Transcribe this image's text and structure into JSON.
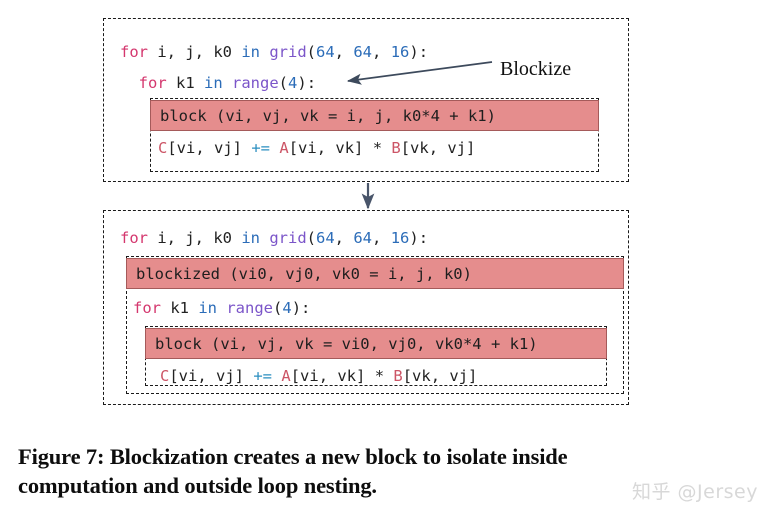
{
  "figure": {
    "caption_line1": "Figure 7: Blockization creates a new block to isolate inside",
    "caption_line2": "computation and outside loop nesting.",
    "annotation_label": "Blockize",
    "watermark": "知乎 @Jersey"
  },
  "colors": {
    "highlight_fill": "#e58d8d",
    "highlight_border": "#a55a5a",
    "box_border": "#1a1a1a",
    "arrow": "#3d4a5c",
    "keyword": "#d4376e",
    "operator_in": "#2b6cb8",
    "function": "#7b55c9",
    "number": "#2b6cb8",
    "tensor": "#cc5566",
    "page_background": "#ffffff"
  },
  "top_panel": {
    "lines": [
      {
        "id": "top-line-for-grid",
        "tokens": [
          {
            "t": "for ",
            "c": "kw"
          },
          {
            "t": "i, j, k0 ",
            "c": "plain"
          },
          {
            "t": "in ",
            "c": "kw2"
          },
          {
            "t": "grid",
            "c": "fn"
          },
          {
            "t": "(",
            "c": "plain"
          },
          {
            "t": "64",
            "c": "num"
          },
          {
            "t": ", ",
            "c": "plain"
          },
          {
            "t": "64",
            "c": "num"
          },
          {
            "t": ", ",
            "c": "plain"
          },
          {
            "t": "16",
            "c": "num"
          },
          {
            "t": "):",
            "c": "plain"
          }
        ]
      },
      {
        "id": "top-line-for-range",
        "tokens": [
          {
            "t": "  for ",
            "c": "kw"
          },
          {
            "t": "k1 ",
            "c": "plain"
          },
          {
            "t": "in ",
            "c": "kw2"
          },
          {
            "t": "range",
            "c": "fn"
          },
          {
            "t": "(",
            "c": "plain"
          },
          {
            "t": "4",
            "c": "num"
          },
          {
            "t": "):",
            "c": "plain"
          }
        ]
      }
    ],
    "block_row_text": "block (vi, vj, vk = i, j, k0*4 + k1)",
    "body_line": {
      "id": "top-line-body",
      "tokens": [
        {
          "t": "C",
          "c": "var"
        },
        {
          "t": "[vi, vj] ",
          "c": "plain"
        },
        {
          "t": "+=",
          "c": "op"
        },
        {
          "t": " ",
          "c": "plain"
        },
        {
          "t": "A",
          "c": "var"
        },
        {
          "t": "[vi, vk] * ",
          "c": "plain"
        },
        {
          "t": "B",
          "c": "var"
        },
        {
          "t": "[vk, vj]",
          "c": "plain"
        }
      ]
    }
  },
  "bottom_panel": {
    "header_line": {
      "id": "bot-line-for-grid",
      "tokens": [
        {
          "t": "for ",
          "c": "kw"
        },
        {
          "t": "i, j, k0 ",
          "c": "plain"
        },
        {
          "t": "in ",
          "c": "kw2"
        },
        {
          "t": "grid",
          "c": "fn"
        },
        {
          "t": "(",
          "c": "plain"
        },
        {
          "t": "64",
          "c": "num"
        },
        {
          "t": ", ",
          "c": "plain"
        },
        {
          "t": "64",
          "c": "num"
        },
        {
          "t": ", ",
          "c": "plain"
        },
        {
          "t": "16",
          "c": "num"
        },
        {
          "t": "):",
          "c": "plain"
        }
      ]
    },
    "blockized_row_text": "blockized (vi0, vj0, vk0 = i, j, k0)",
    "mid_line": {
      "id": "bot-line-for-range",
      "tokens": [
        {
          "t": "for ",
          "c": "kw"
        },
        {
          "t": "k1 ",
          "c": "plain"
        },
        {
          "t": "in ",
          "c": "kw2"
        },
        {
          "t": "range",
          "c": "fn"
        },
        {
          "t": "(",
          "c": "plain"
        },
        {
          "t": "4",
          "c": "num"
        },
        {
          "t": "):",
          "c": "plain"
        }
      ]
    },
    "block_row_text": "block (vi, vj, vk = vi0, vj0, vk0*4 + k1)",
    "body_line": {
      "id": "bot-line-body",
      "tokens": [
        {
          "t": "C",
          "c": "var"
        },
        {
          "t": "[vi, vj] ",
          "c": "plain"
        },
        {
          "t": "+=",
          "c": "op"
        },
        {
          "t": " ",
          "c": "plain"
        },
        {
          "t": "A",
          "c": "var"
        },
        {
          "t": "[vi, vk] * ",
          "c": "plain"
        },
        {
          "t": "B",
          "c": "var"
        },
        {
          "t": "[vk, vj]",
          "c": "plain"
        }
      ]
    }
  }
}
